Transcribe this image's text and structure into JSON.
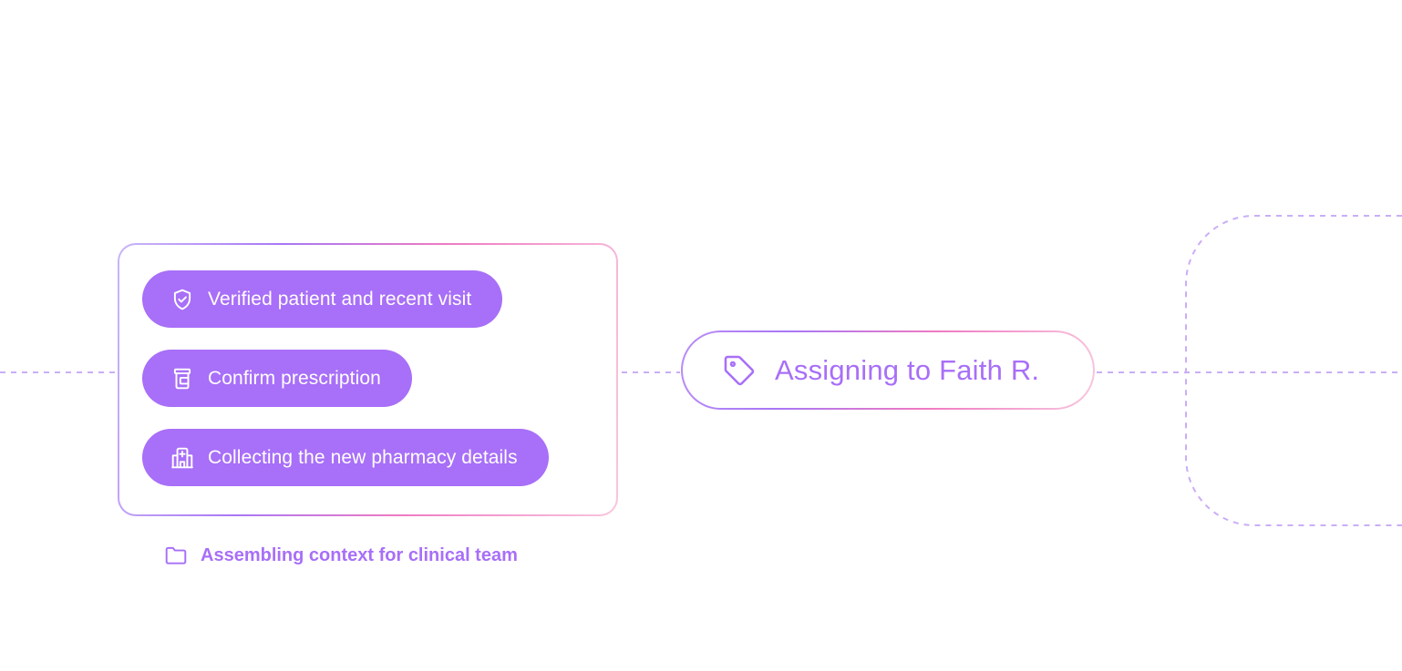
{
  "context_group": {
    "steps": [
      {
        "icon": "shield-check-icon",
        "label": "Verified patient and recent visit"
      },
      {
        "icon": "prescription-bottle-icon",
        "label": "Confirm prescription"
      },
      {
        "icon": "pharmacy-building-icon",
        "label": "Collecting the new pharmacy details"
      }
    ],
    "caption": {
      "icon": "folder-icon",
      "label": "Assembling context for clinical team"
    }
  },
  "assignment": {
    "icon": "tag-icon",
    "label": "Assigning to Faith R."
  },
  "colors": {
    "accent": "#a86ff8",
    "pink": "#ef7ac2",
    "connector": "#c9aef7"
  }
}
